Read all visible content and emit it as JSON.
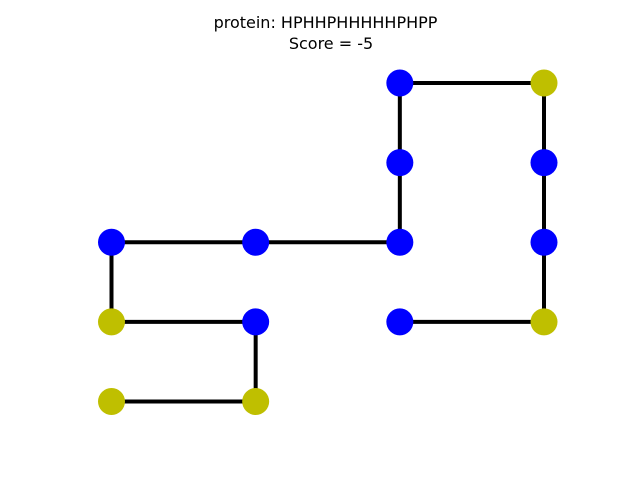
{
  "chart_data": {
    "type": "scatter",
    "title": "protein: HPHHPHHHHHPHPP",
    "subtitle": "Score = -5",
    "axes_visible": false,
    "grid": false,
    "xlim": [
      0,
      3
    ],
    "ylim": [
      -4,
      0
    ],
    "sequence": "HPHHPHHHHHPHPP",
    "colors": {
      "H": "#0000ff",
      "P": "#bfbf00",
      "bond": "#000000"
    },
    "series": [
      {
        "points": [
          {
            "x": 2,
            "y": -3,
            "type": "H"
          },
          {
            "x": 3,
            "y": -3,
            "type": "P"
          },
          {
            "x": 3,
            "y": -2,
            "type": "H"
          },
          {
            "x": 3,
            "y": -1,
            "type": "H"
          },
          {
            "x": 3,
            "y": 0,
            "type": "P"
          },
          {
            "x": 2,
            "y": 0,
            "type": "H"
          },
          {
            "x": 2,
            "y": -1,
            "type": "H"
          },
          {
            "x": 2,
            "y": -2,
            "type": "H"
          },
          {
            "x": 1,
            "y": -2,
            "type": "H"
          },
          {
            "x": 0,
            "y": -2,
            "type": "H"
          },
          {
            "x": 0,
            "y": -3,
            "type": "P"
          },
          {
            "x": 1,
            "y": -3,
            "type": "H"
          },
          {
            "x": 1,
            "y": -4,
            "type": "P"
          },
          {
            "x": 0,
            "y": -4,
            "type": "P"
          }
        ]
      }
    ]
  }
}
